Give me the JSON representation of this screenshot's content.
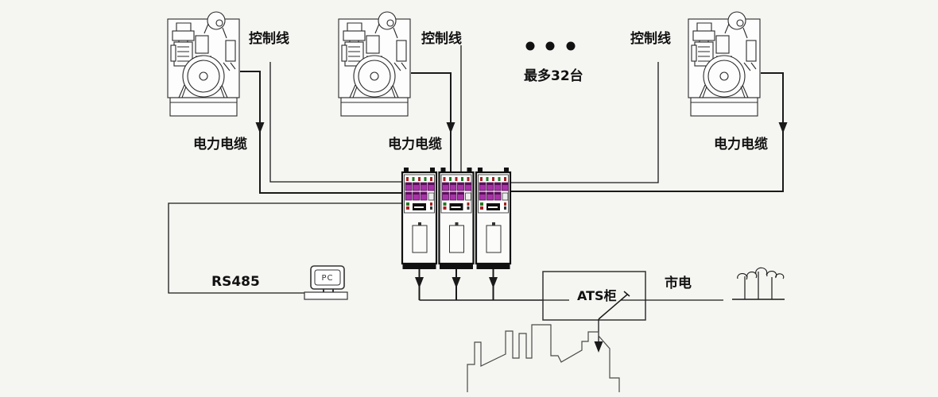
{
  "labels": {
    "control_line": "控制线",
    "power_cable": "电力电缆",
    "max_units": "最多32台",
    "rs485": "RS485",
    "pc": "PC",
    "ats_cabinet": "ATS柜",
    "mains": "市电"
  },
  "colors": {
    "background": "#f5f5f2",
    "line": "#1a1a1a",
    "gauge_magenta": "#a832a8",
    "gauge_dark_magenta": "#5c0f5c",
    "indicator_green": "#1f7a1f",
    "indicator_red": "#a81f1f",
    "display_black": "#111111"
  },
  "counts": {
    "generators_visible": 3,
    "cabinet_panels": 3,
    "ellipsis_dots": 3
  },
  "icons": {
    "generator_icon": "diesel-genset line art",
    "ellipsis_icon": "● ● ●",
    "pc_icon": "monitor with keyboard",
    "utility_pole_icon": "poles with insulators",
    "city_skyline_icon": "building silhouette outline",
    "down_arrow_icon": "▼",
    "ats_switch_icon": "open switch blade"
  }
}
